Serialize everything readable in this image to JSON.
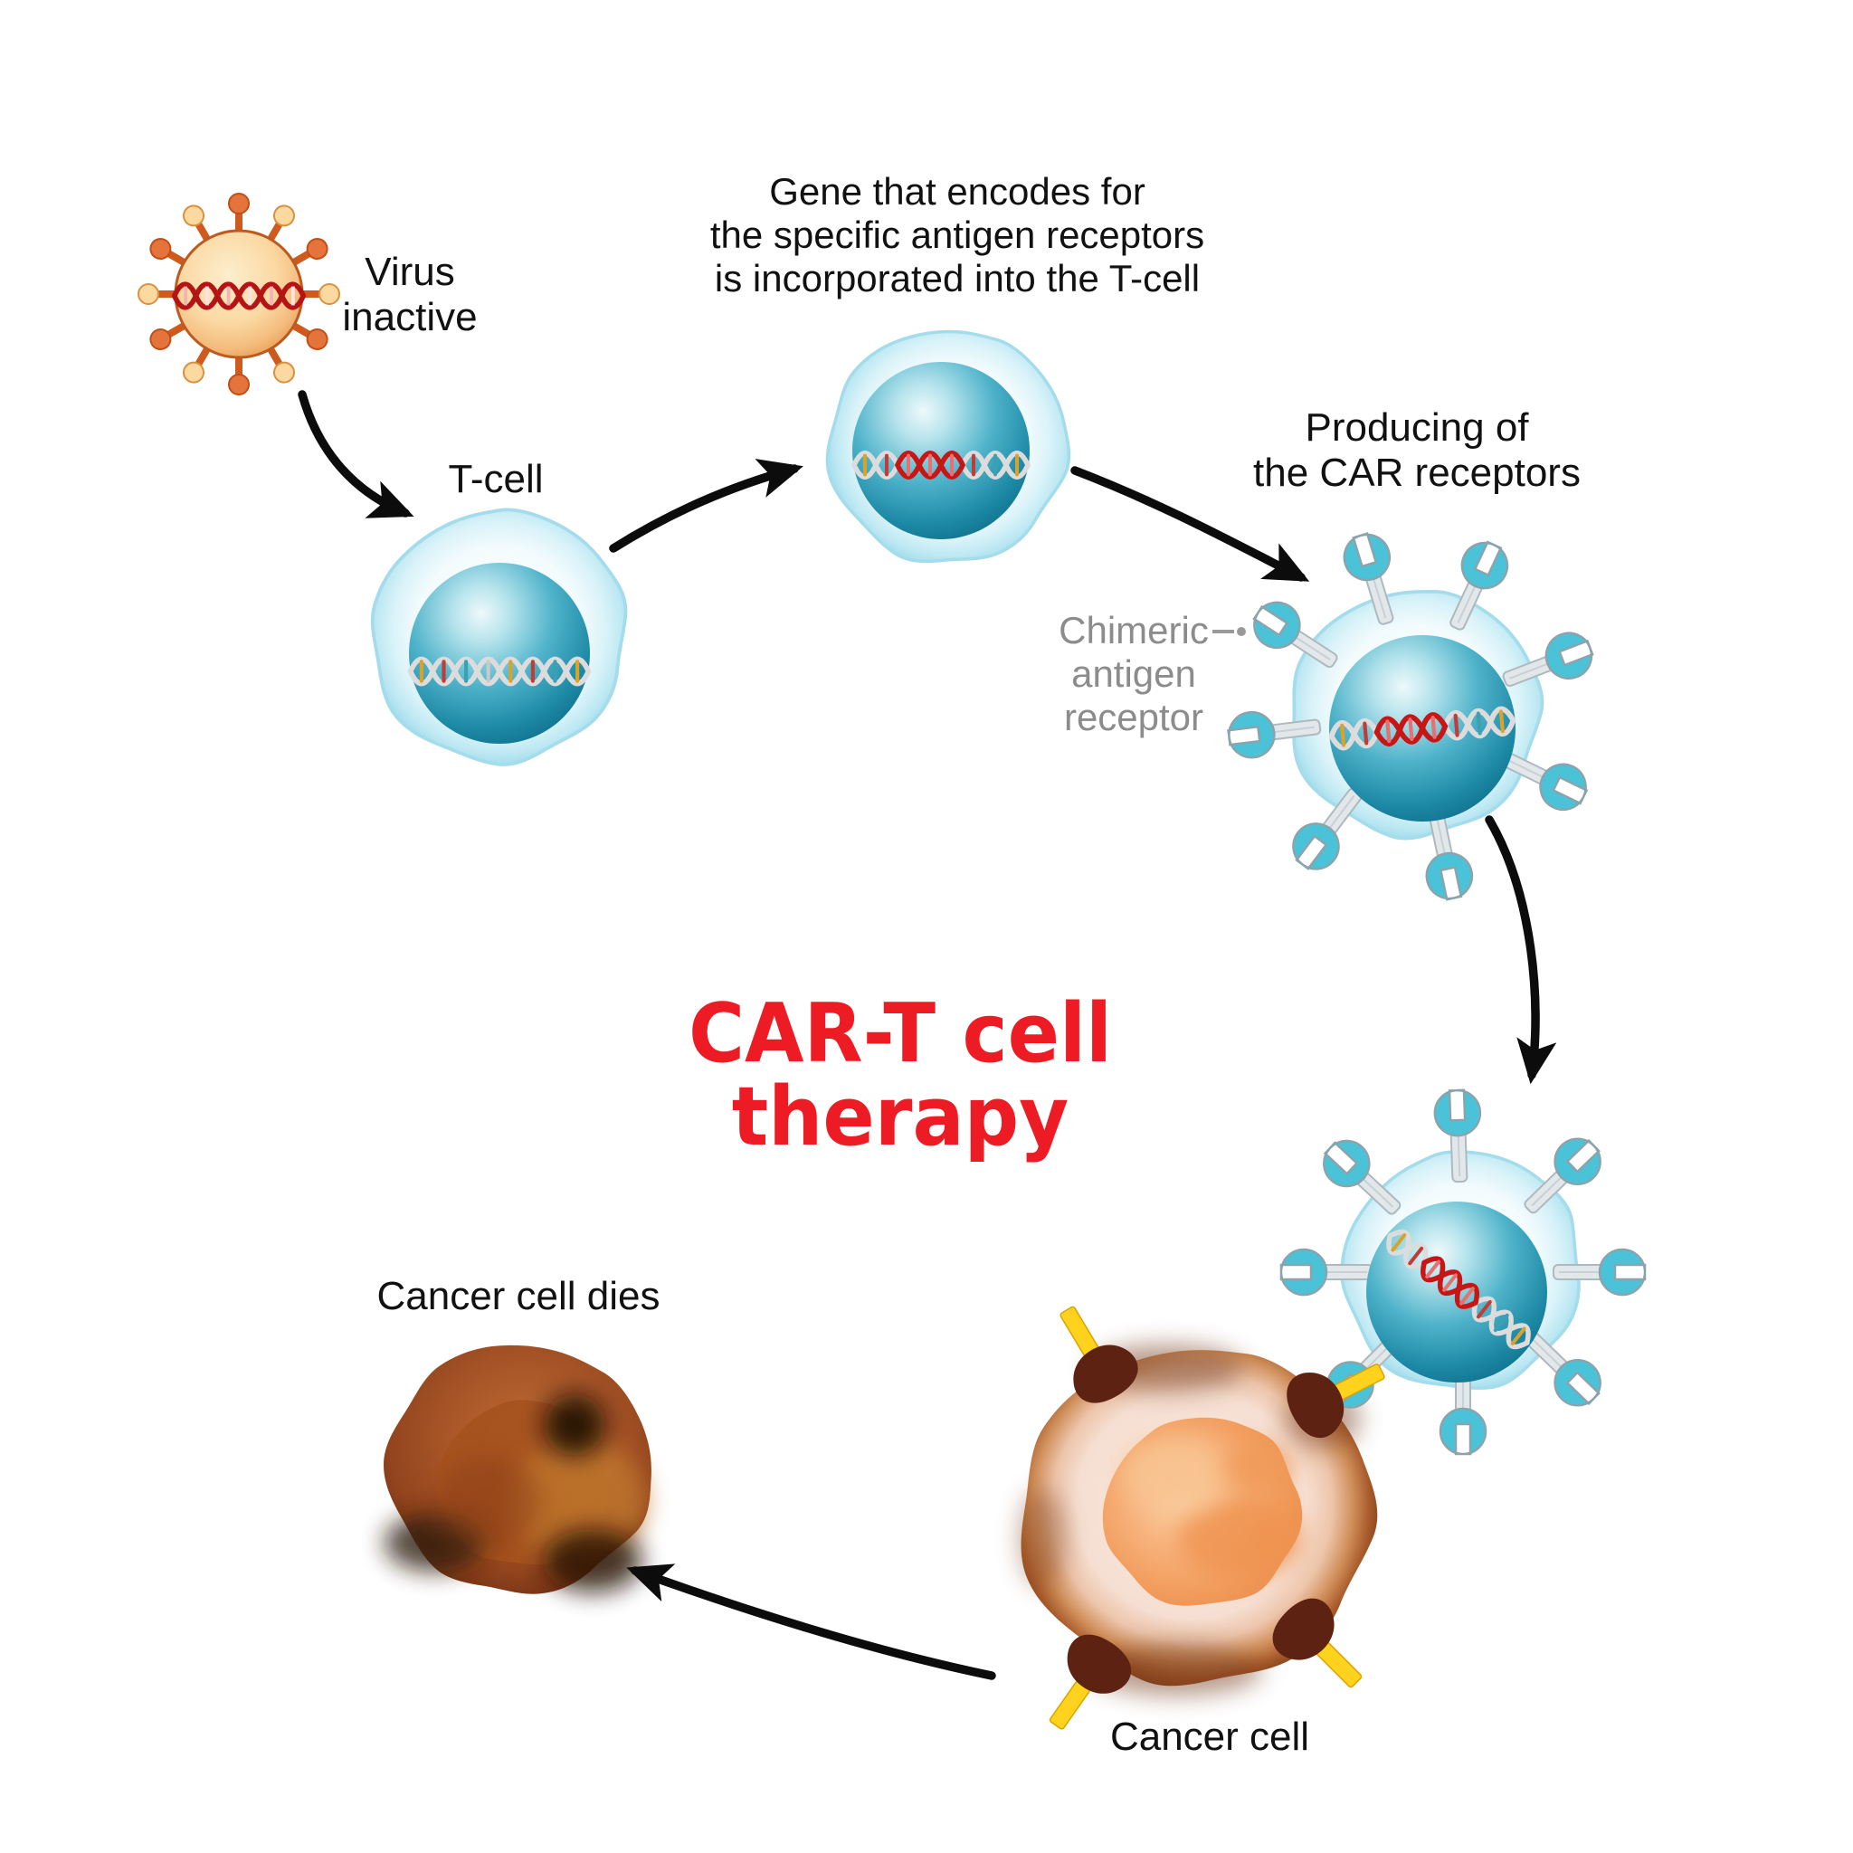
{
  "diagram": {
    "title": "CAR-T cell\ntherapy",
    "labels": {
      "virus": "Virus\ninactive",
      "t_cell": "T-cell",
      "gene_step": "Gene that encodes for\nthe specific antigen receptors\nis incorporated into the T-cell",
      "producing_step": "Producing of\nthe CAR receptors",
      "chimeric_receptor": "Chimeric\nantigen\nreceptor",
      "cancer_cell": "Cancer cell",
      "cancer_cell_dies": "Cancer cell dies"
    },
    "colors": {
      "title_red": "#ed1c24",
      "label_ink": "#111111",
      "muted_gray": "#8c8c8c",
      "arrow_black": "#0c0c0c",
      "dna_red": "#c61616",
      "receptor_teal": "#4ac3d9",
      "receptor_stem_gray": "#e2e7ea",
      "antigen_yellow": "#ffd21e",
      "cell_teal": "#2e9fba",
      "halo_cyan": "#cfeef7",
      "virus_orange": "#e9833f",
      "cancer_brown": "#8f4a1f"
    }
  }
}
